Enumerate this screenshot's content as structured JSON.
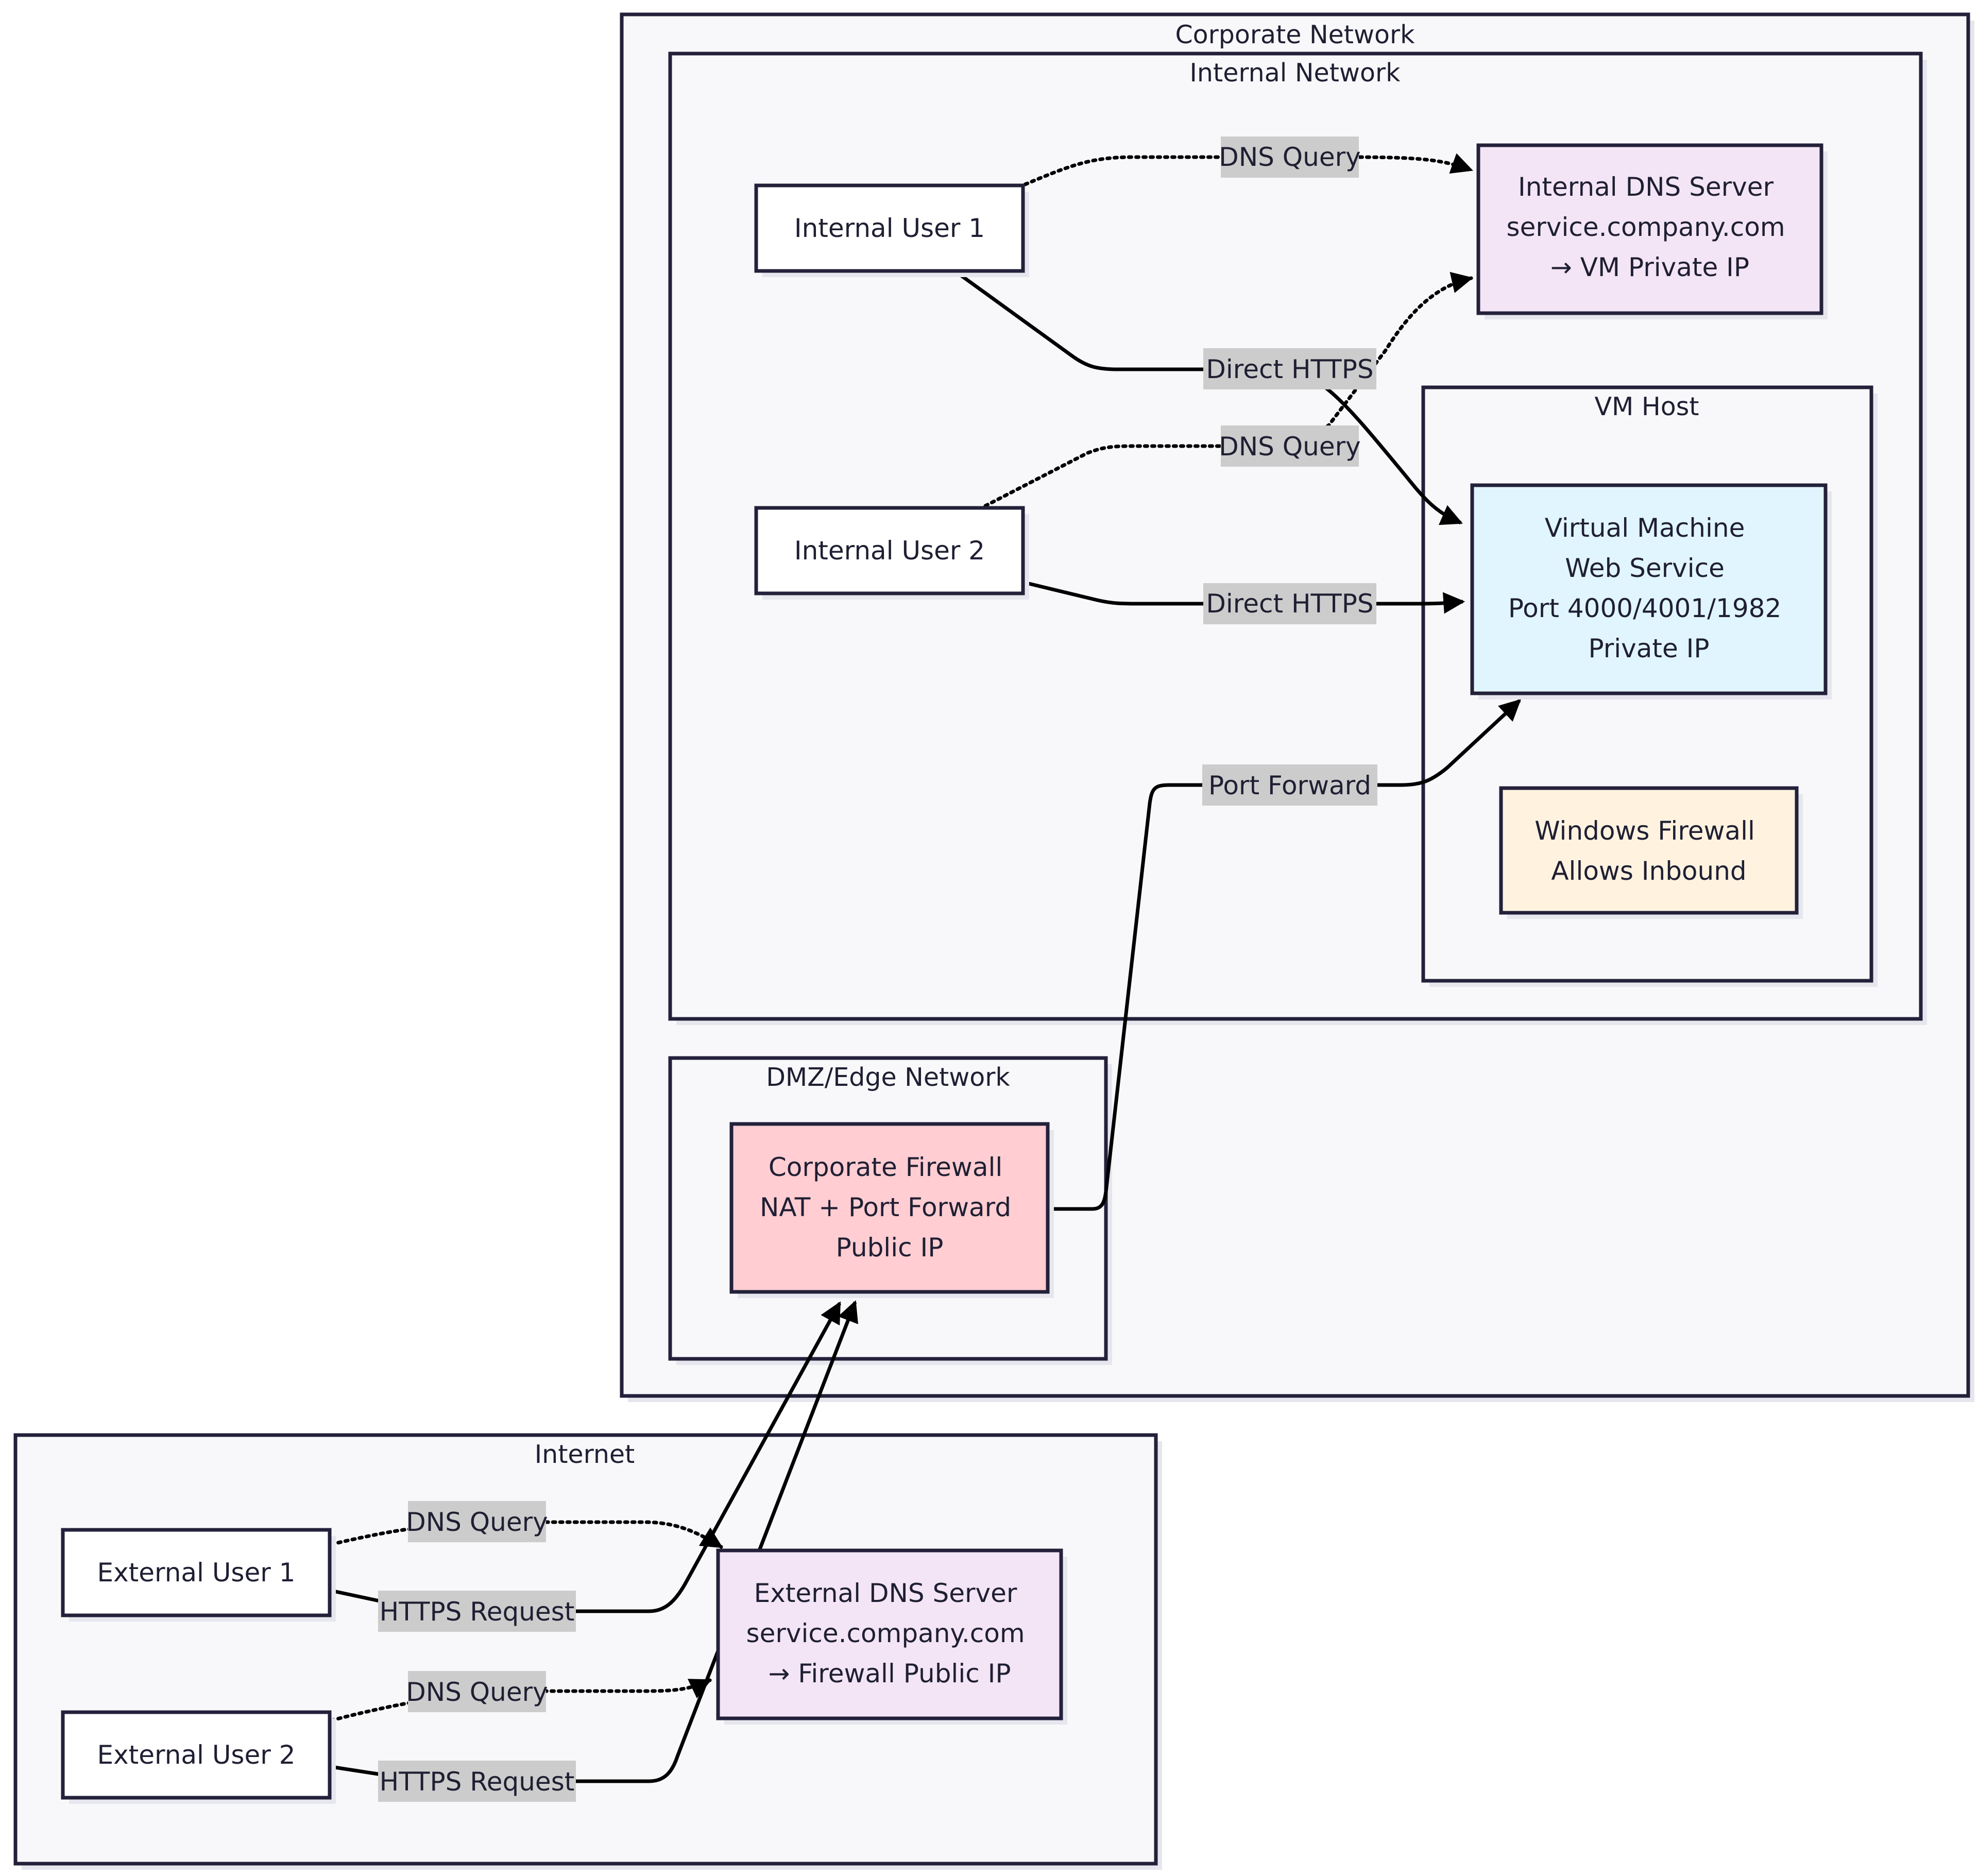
{
  "clusters": {
    "corporate": {
      "title": "Corporate Network"
    },
    "internal": {
      "title": "Internal Network"
    },
    "vmhost": {
      "title": "VM Host"
    },
    "dmz": {
      "title": "DMZ/Edge Network"
    },
    "internet": {
      "title": "Internet"
    }
  },
  "nodes": {
    "internal_user_1": {
      "lines": [
        "Internal User 1"
      ],
      "fill": "#ffffff"
    },
    "internal_user_2": {
      "lines": [
        "Internal User 2"
      ],
      "fill": "#ffffff"
    },
    "internal_dns": {
      "lines": [
        "Internal DNS Server",
        "service.company.com",
        "→ VM Private IP"
      ],
      "fill": "#f3e5f5"
    },
    "virtual_machine": {
      "lines": [
        "Virtual Machine",
        "Web Service",
        "Port 4000/4001/1982",
        "Private IP"
      ],
      "fill": "#e1f5fe"
    },
    "windows_firewall": {
      "lines": [
        "Windows Firewall",
        "Allows Inbound"
      ],
      "fill": "#fff3e0"
    },
    "corporate_firewall": {
      "lines": [
        "Corporate Firewall",
        "NAT + Port Forward",
        "Public IP"
      ],
      "fill": "#ffcdd2"
    },
    "external_user_1": {
      "lines": [
        "External User 1"
      ],
      "fill": "#ffffff"
    },
    "external_user_2": {
      "lines": [
        "External User 2"
      ],
      "fill": "#ffffff"
    },
    "external_dns": {
      "lines": [
        "External DNS Server",
        "service.company.com",
        "→ Firewall Public IP"
      ],
      "fill": "#f3e5f5"
    }
  },
  "edges": {
    "iu1_dns": {
      "from": "internal_user_1",
      "to": "internal_dns",
      "label": "DNS Query",
      "style": "dotted"
    },
    "iu1_vm": {
      "from": "internal_user_1",
      "to": "virtual_machine",
      "label": "Direct HTTPS",
      "style": "solid"
    },
    "iu2_dns": {
      "from": "internal_user_2",
      "to": "internal_dns",
      "label": "DNS Query",
      "style": "dotted"
    },
    "iu2_vm": {
      "from": "internal_user_2",
      "to": "virtual_machine",
      "label": "Direct HTTPS",
      "style": "solid"
    },
    "fw_vm": {
      "from": "corporate_firewall",
      "to": "virtual_machine",
      "label": "Port Forward",
      "style": "solid"
    },
    "eu1_dns": {
      "from": "external_user_1",
      "to": "external_dns",
      "label": "DNS Query",
      "style": "dotted"
    },
    "eu1_fw": {
      "from": "external_user_1",
      "to": "corporate_firewall",
      "label": "HTTPS Request",
      "style": "solid"
    },
    "eu2_dns": {
      "from": "external_user_2",
      "to": "external_dns",
      "label": "DNS Query",
      "style": "dotted"
    },
    "eu2_fw": {
      "from": "external_user_2",
      "to": "corporate_firewall",
      "label": "HTTPS Request",
      "style": "solid"
    }
  }
}
